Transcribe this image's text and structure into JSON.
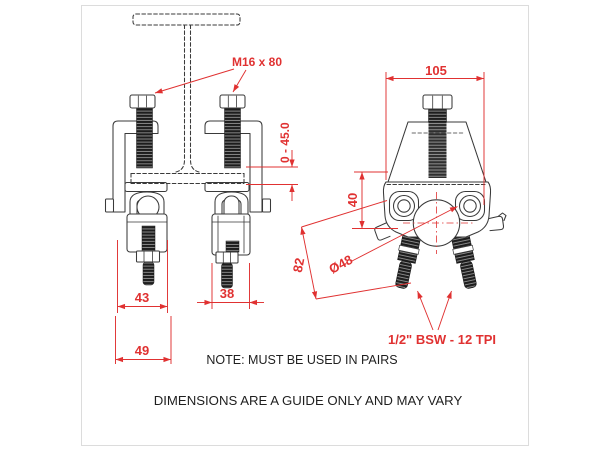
{
  "drawing": {
    "labels": {
      "bolt_spec": "M16 x 80",
      "jaw_opening_range": "0 - 45.0",
      "overall_width": "105",
      "vertical_offset": "40",
      "diagonal_length": "82",
      "tube_diameter": "Ø48",
      "coupler_width_front": "43",
      "coupler_depth": "38",
      "coupler_overall_width": "49",
      "thread_spec": "1/2\" BSW - 12 TPI"
    },
    "notes": {
      "usage": "NOTE: MUST BE USED IN PAIRS",
      "disclaimer": "DIMENSIONS ARE A GUIDE ONLY AND MAY VARY"
    },
    "colors": {
      "dimension_red": "#e03131",
      "outline": "#3a3a3a",
      "thread_dark": "#1d1d1d",
      "border": "#dcdcdc",
      "background": "#ffffff"
    }
  }
}
